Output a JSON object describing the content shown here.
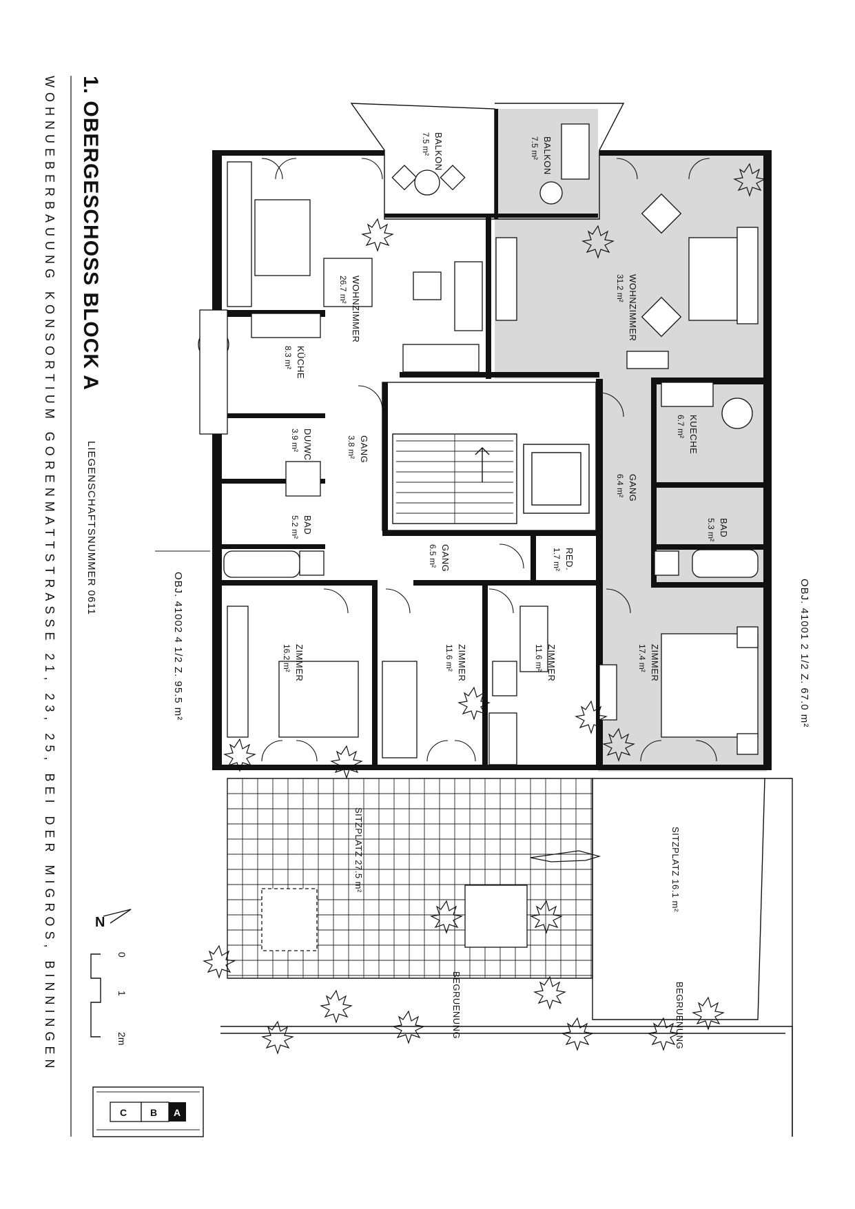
{
  "sheet": {
    "title": "1. OBERGESCHOSS BLOCK A",
    "subtitle": "WOHNUEBERBAUUNG   KONSORTIUM   GORENMATTSTRASSE 21, 23, 25, BEI DER MIGROS, BINNINGEN",
    "parcel": "LIEGENSCHAFTSNUMMER 0611"
  },
  "units": [
    {
      "id": "41002",
      "label": "OBJ. 41002 4 1/2 Z. 95.5 m²"
    },
    {
      "id": "41001",
      "label": "OBJ. 41001 2 1/2 Z. 67.0 m²"
    }
  ],
  "rooms": {
    "balkon_left": {
      "name": "BALKON",
      "area": "7.5 m²"
    },
    "balkon_right": {
      "name": "BALKON",
      "area": "7.5 m²"
    },
    "wohn_left": {
      "name": "WOHNZIMMER",
      "area": "26.7 m²"
    },
    "wohn_right": {
      "name": "WOHNZIMMER",
      "area": "31.2 m²"
    },
    "kueche_left": {
      "name": "KÜCHE",
      "area": "8.3 m²"
    },
    "kueche_right": {
      "name": "KUECHE",
      "area": "6.7 m²"
    },
    "gang_a": {
      "name": "GANG",
      "area": "3.8 m²"
    },
    "gang_b": {
      "name": "GANG",
      "area": "6.5 m²"
    },
    "gang_c": {
      "name": "GANG",
      "area": "6.4 m²"
    },
    "duwc": {
      "name": "DU/WC",
      "area": "3.9 m²"
    },
    "bad_left": {
      "name": "BAD",
      "area": "5.2 m²"
    },
    "bad_right": {
      "name": "BAD",
      "area": "5.3 m²"
    },
    "red": {
      "name": "RED.",
      "area": "1.7 m²"
    },
    "zimmer_1": {
      "name": "ZIMMER",
      "area": "16.2 m²"
    },
    "zimmer_2": {
      "name": "ZIMMER",
      "area": "11.6 m²"
    },
    "zimmer_3": {
      "name": "ZIMMER",
      "area": "11.6 m²"
    },
    "zimmer_4": {
      "name": "ZIMMER",
      "area": "17.4 m²"
    }
  },
  "terrace": {
    "sitzplatz_left": "SITZPLATZ 27.5 m²",
    "sitzplatz_right": "SITZPLATZ 16.1 m²",
    "begruenung_left": "BEGRUENUNG",
    "begruenung_right": "BEGRUENUNG"
  },
  "scale": {
    "ticks": [
      "0",
      "1",
      "2m"
    ]
  },
  "north": {
    "label": "N"
  },
  "keyplan": {
    "blocks": [
      "C",
      "B",
      "A"
    ]
  }
}
